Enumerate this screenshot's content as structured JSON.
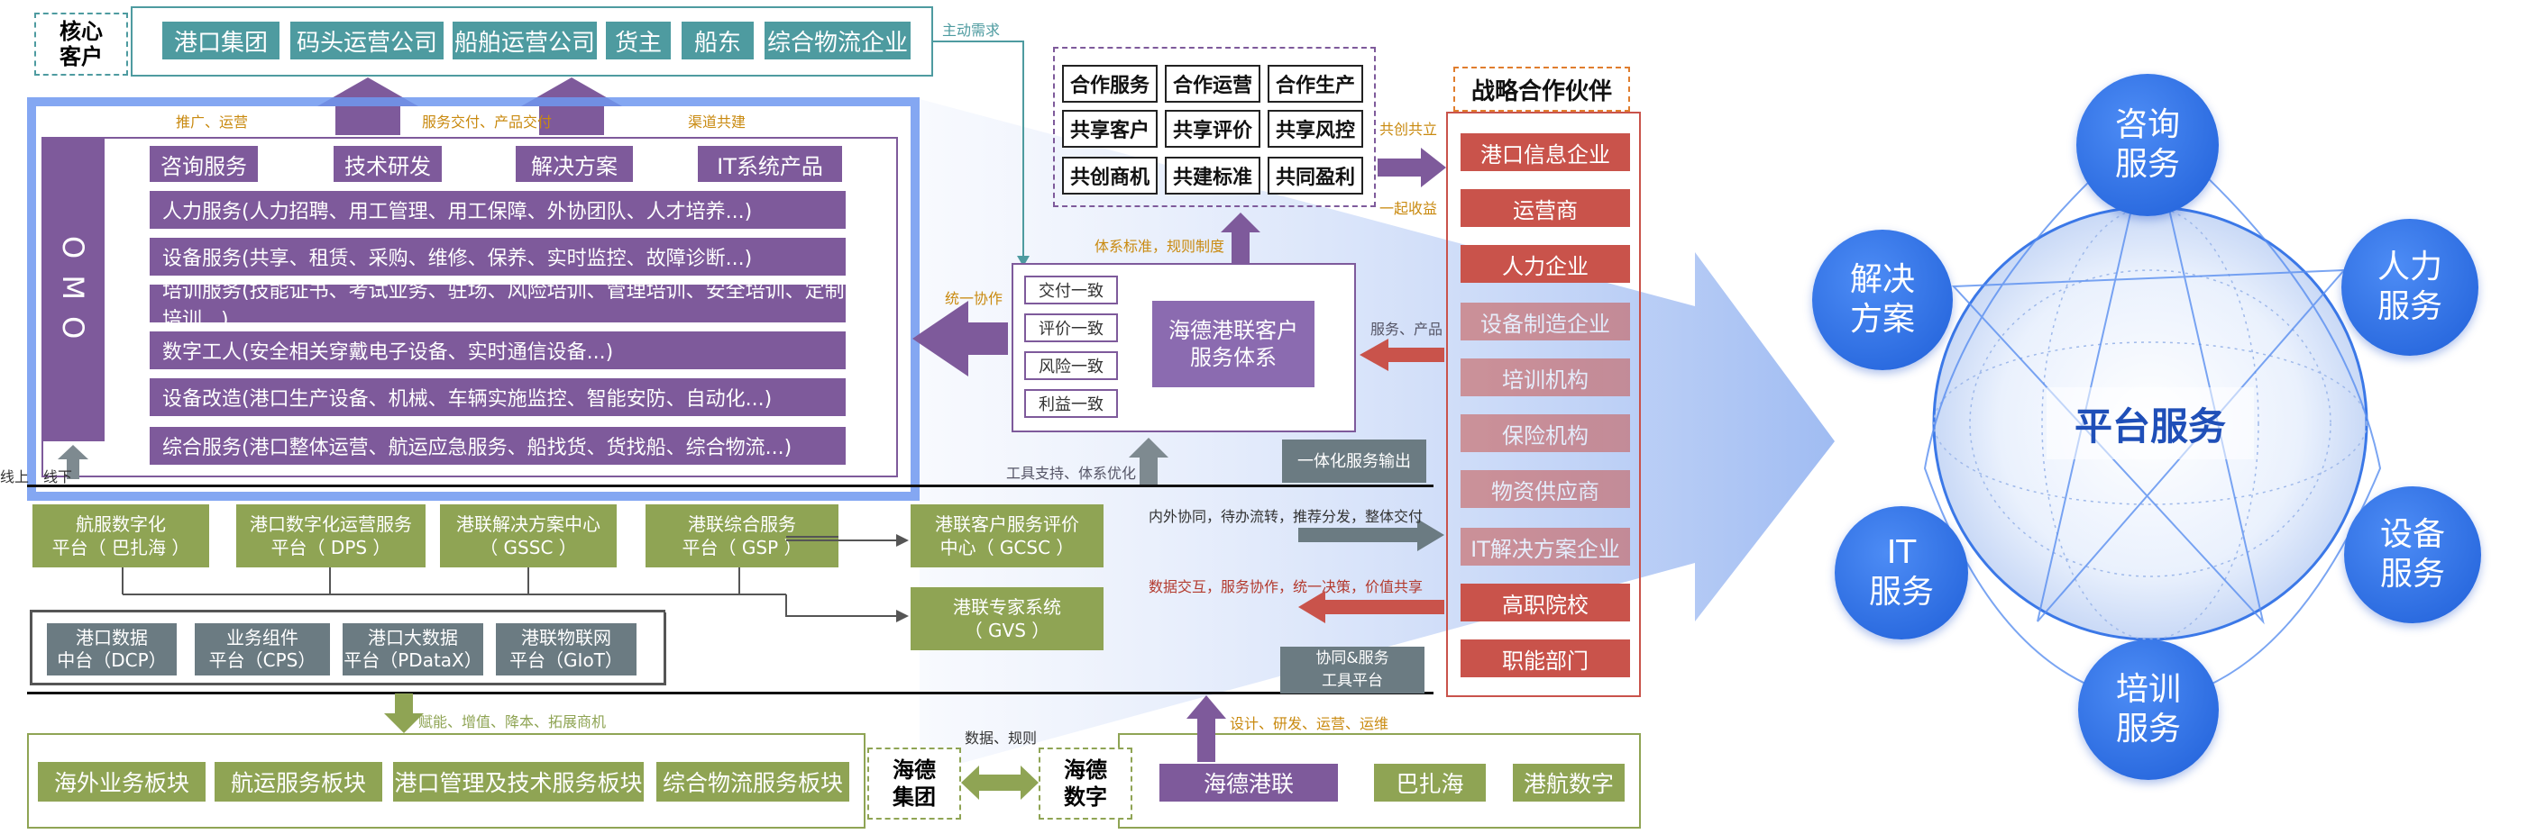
{
  "core_customer": {
    "label": "核心\n客户",
    "items": [
      "港口集团",
      "码头运营公司",
      "船舶运营公司",
      "货主",
      "船东",
      "综合物流企业"
    ]
  },
  "arrow_labels": {
    "push_ops": "推广、运营",
    "service_delivery": "服务交付、产品交付",
    "channel": "渠道共建",
    "active_demand": "主动需求",
    "unified_coop": "统一协作",
    "system_standard": "体系标准，规则制度",
    "co_create": "共创共立",
    "share_income": "一起收益",
    "service_product": "服务、产品",
    "tool_support": "工具支持、体系优化",
    "online": "线上",
    "offline": "线下",
    "empower": "赋能、增值、降本、拓展商机",
    "data_rules": "数据、规则",
    "design_flow": "设计、研发、运营、运维",
    "inner_coop": "内外协同，待办流转，推荐分发，整体交付",
    "data_exchange": "数据交互，服务协作，统一决策，价值共享"
  },
  "omo": {
    "label": "O M O",
    "top_items": [
      "咨询服务",
      "技术研发",
      "解决方案",
      "IT系统产品"
    ],
    "rows": [
      "人力服务(人力招聘、用工管理、用工保障、外协团队、人才培养...)",
      "设备服务(共享、租赁、采购、维修、保养、实时监控、故障诊断...)",
      "培训服务(技能证书、考试业务、驻场、风险培训、管理培训、安全培训、定制培训...)",
      "数字工人(安全相关穿戴电子设备、实时通信设备...)",
      "设备改造(港口生产设备、机械、车辆实施监控、智能安防、自动化...)",
      "综合服务(港口整体运营、航运应急服务、船找货、货找船、综合物流...)"
    ]
  },
  "cooperation_grid": [
    "合作服务",
    "合作运营",
    "合作生产",
    "共享客户",
    "共享评价",
    "共享风控",
    "共创商机",
    "共建标准",
    "共同盈利"
  ],
  "service_system": {
    "checks": [
      "交付一致",
      "评价一致",
      "风险一致",
      "利益一致"
    ],
    "title": "海德港联客户\n服务体系"
  },
  "outputs": {
    "integrated": "一体化服务输出",
    "tool_platform": "协同&服务\n工具平台"
  },
  "partners": {
    "title": "战略合作伙伴",
    "items": [
      "港口信息企业",
      "运营商",
      "人力企业",
      "设备制造企业",
      "培训机构",
      "保险机构",
      "物资供应商",
      "IT解决方案企业",
      "高职院校",
      "职能部门"
    ]
  },
  "platforms_green": [
    "航服数字化\n平台（  巴扎海    ）",
    "港口数字化运营服务\n平台（    DPS    ）",
    "港联解决方案中心\n（    GSSC    ）",
    "港联综合服务\n平台（    GSP    ）"
  ],
  "platforms_right": [
    "港联客户服务评价\n中心（   GCSC   ）",
    "港联专家系统\n（    GVS    ）"
  ],
  "platforms_gray": [
    "港口数据\n中台（DCP）",
    "业务组件\n平台（CPS）",
    "港口大数据\n平台（PDataX）",
    "港联物联网\n平台（GIoT）"
  ],
  "bottom": {
    "boards": [
      "海外业务板块",
      "航运服务板块",
      "港口管理及技术服务板块",
      "综合物流服务板块"
    ],
    "haide_group": "海德\n集团",
    "haide_digital": "海德\n数字",
    "haide_ganglian": "海德港联",
    "bazhahai": "巴扎海",
    "ganghang": "港航数字"
  },
  "platform_services": {
    "center": "平台服务",
    "circles": [
      "咨询\n服务",
      "人力\n服务",
      "设备\n服务",
      "培训\n服务",
      "IT\n服务",
      "解决\n方案"
    ]
  },
  "colors": {
    "teal": "#4e9ba0",
    "purple": "#7e5a9b",
    "green": "#8fa454",
    "gray": "#6b7b82",
    "red": "#c9534b",
    "blue": "#1f5fd8",
    "highlight": "#6e98f0"
  }
}
